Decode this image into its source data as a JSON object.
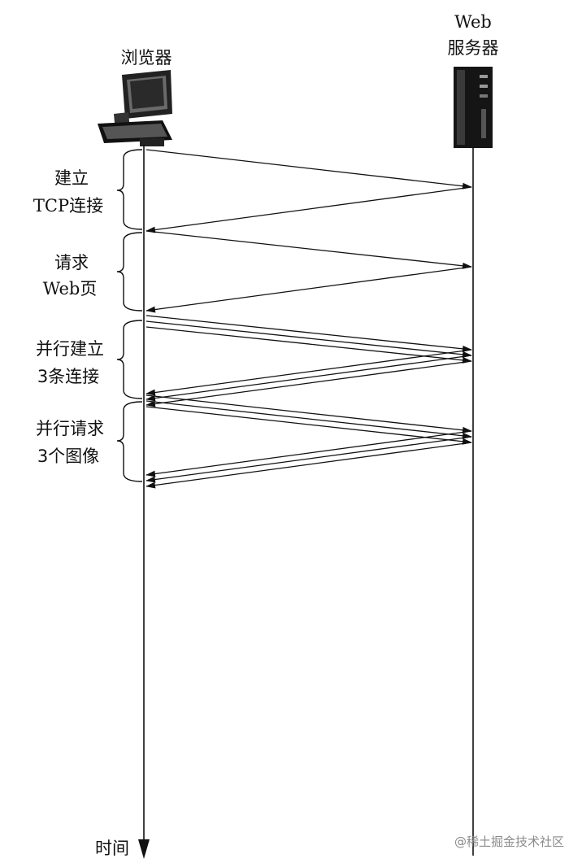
{
  "browser": {
    "label": "浏览器",
    "icon": "computer-icon"
  },
  "server": {
    "label_line1": "Web",
    "label_line2": "服务器",
    "icon": "server-tower-icon"
  },
  "phases": [
    {
      "line1": "建立",
      "line2": "TCP连接"
    },
    {
      "line1": "请求",
      "line2": "Web页"
    },
    {
      "line1": "并行建立",
      "line2": "3条连接"
    },
    {
      "line1": "并行请求",
      "line2": "3个图像"
    }
  ],
  "time_label": "时间",
  "watermark": "@稀土掘金技术社区"
}
